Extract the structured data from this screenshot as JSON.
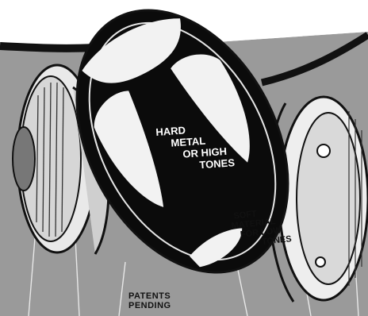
{
  "illustration": {
    "diaphragm_label_top": [
      "HARD",
      "METAL",
      "OR HIGH",
      "TONES"
    ],
    "diaphragm_label_bottom": [
      "SOFT",
      "MATERIAL",
      "FOR LOW",
      "TONES"
    ],
    "patent_notice": [
      "PATENTS",
      "PENDING"
    ]
  },
  "colors": {
    "background_gray": "#9a9a9a",
    "ink": "#111111",
    "paper": "#f4f4f4"
  }
}
